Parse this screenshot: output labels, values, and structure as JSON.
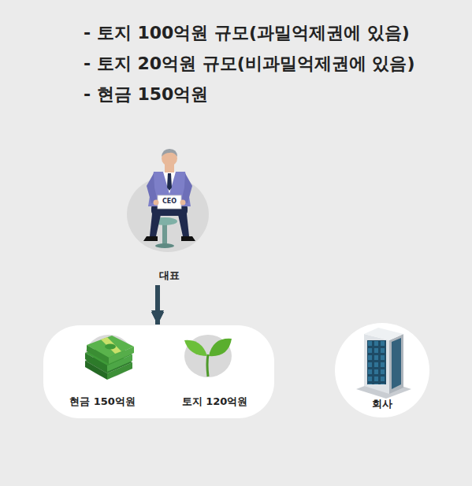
{
  "diagram": {
    "nodes": [
      {
        "text": [
          "대표"
        ]
      },
      {
        "text": [
          "현금 150억원"
        ]
      },
      {
        "text": [
          "토지 120억원"
        ]
      },
      {
        "text": [
          "회사"
        ]
      }
    ],
    "edges": [
      {
        "from": 0,
        "to": 1,
        "arrow": "to"
      },
      {
        "from": 0,
        "to": 2,
        "arrow": "to"
      },
      {
        "from": 0,
        "to": 3,
        "arrow": "to"
      }
    ],
    "labels": [
      "- 토지 100억원 규모(과밀억제권에 있음)",
      "- 토지 20억원 규모(비과밀억제권에 있음)",
      "- 현금 150억원",
      "CEO"
    ]
  }
}
